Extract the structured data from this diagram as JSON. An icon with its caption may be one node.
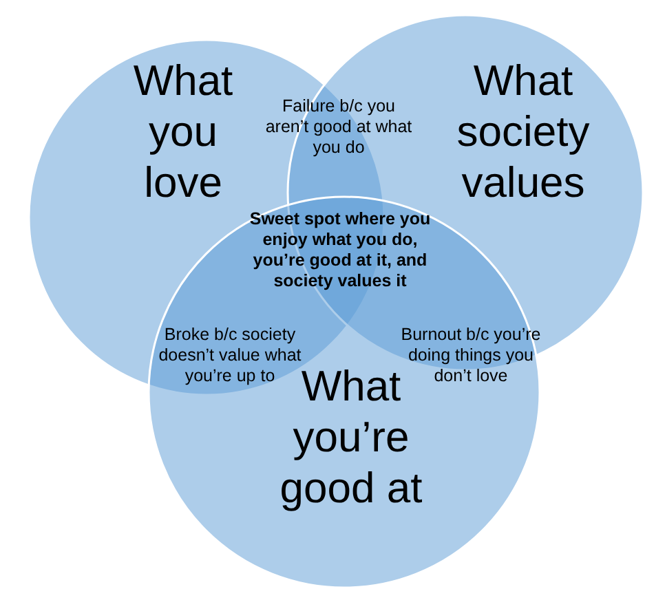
{
  "diagram": {
    "nodes": [
      {
        "text": [
          "What you love"
        ]
      },
      {
        "text": [
          "What society values"
        ]
      },
      {
        "text": [
          "What you’re good at"
        ]
      }
    ],
    "labels": [
      "Failure b/c you aren’t good at what you do",
      "Sweet spot where you enjoy what you do, you’re good at it, and society values it",
      "Broke b/c society doesn’t value what you’re up to",
      "Burnout b/c you’re doing things you don’t love"
    ]
  }
}
